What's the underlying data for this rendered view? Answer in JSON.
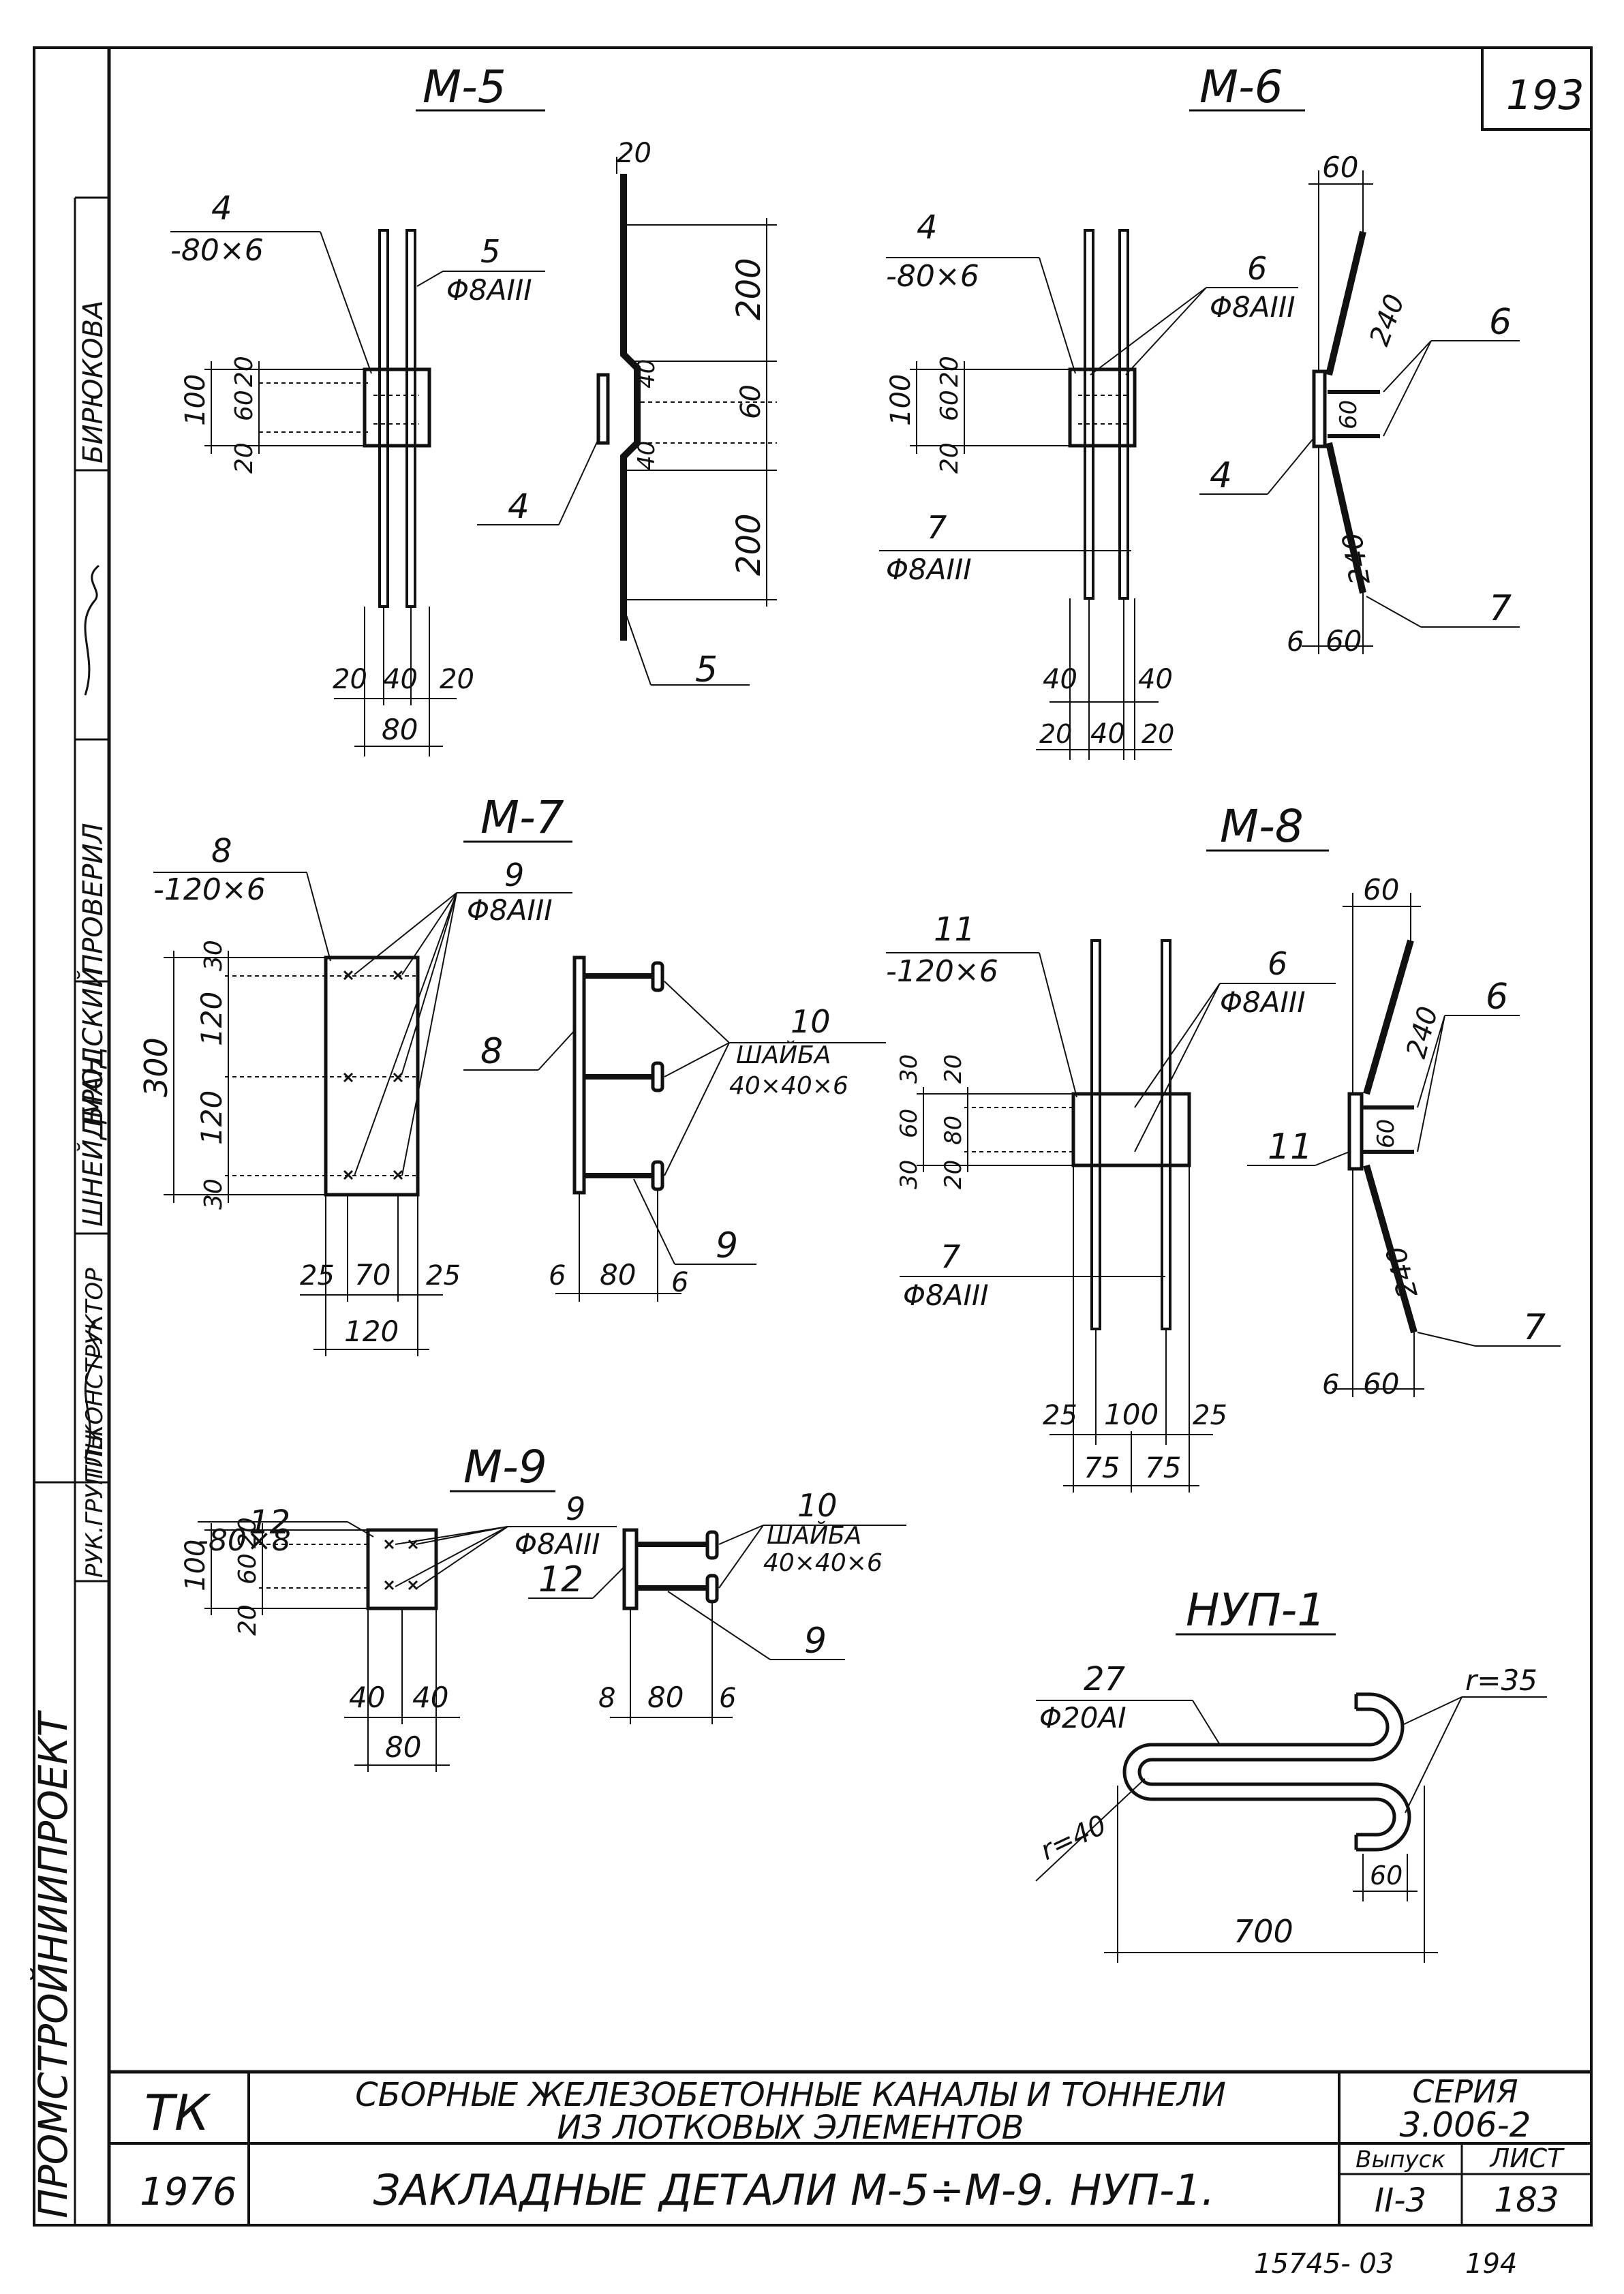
{
  "sheet_no": "193",
  "bottom_note": {
    "code": "15745- 03",
    "page": "194"
  },
  "side_stamp": {
    "org": "ПРОМСТРОЙНИИПРОЕКТ",
    "roles": [
      "РУК.ГРУППЫ",
      "ГЛ.КОНСТРУКТОР",
      "ПРОВЕРИЛ"
    ],
    "names": [
      "ШНЕЙДМАН",
      "БРОДСКИЙ",
      "БИРЮКОВА"
    ]
  },
  "title_block": {
    "code": "ТК",
    "year": "1976",
    "title_line1": "СБОРНЫЕ ЖЕЛЕЗОБЕТОННЫЕ КАНАЛЫ И ТОННЕЛИ",
    "title_line2": "ИЗ ЛОТКОВЫХ ЭЛЕМЕНТОВ",
    "subtitle": "ЗАКЛАДНЫЕ ДЕТАЛИ М-5÷М-9. НУП-1.",
    "series_label": "СЕРИЯ",
    "series_value": "3.006-2",
    "issue_label": "Выпуск",
    "issue_value": "II-3",
    "sheet_label": "ЛИСТ",
    "sheet_value": "183"
  },
  "details": {
    "m5": {
      "title": "М-5",
      "plate": {
        "mark": "4",
        "spec": "-80×6"
      },
      "bar": {
        "mark": "5",
        "spec": "Φ8АIII"
      },
      "side_mark_plate": "4",
      "side_mark_bar": "5",
      "dims": {
        "d100": "100",
        "d20a": "20",
        "d60": "60",
        "d20b": "20",
        "b20l": "20",
        "b40": "40",
        "b20r": "20",
        "b80": "80",
        "s20": "20",
        "s200a": "200",
        "s40a": "40",
        "s60": "60",
        "s40b": "40",
        "s200b": "200"
      }
    },
    "m6": {
      "title": "М-6",
      "plate": {
        "mark": "4",
        "spec": "-80×6"
      },
      "bar_up": {
        "mark": "6",
        "spec": "Φ8АIII"
      },
      "bar_down": {
        "mark": "7",
        "spec": "Φ8АIII"
      },
      "side_mark_plate": "4",
      "side_mark_up": "6",
      "side_mark_down": "7",
      "dims": {
        "d100": "100",
        "d20a": "20",
        "d60": "60",
        "d20b": "20",
        "t40l": "40",
        "t40r": "40",
        "b20l": "20",
        "b40": "40",
        "b20r": "20",
        "s60top": "60",
        "s240a": "240",
        "s60": "60",
        "s240b": "240",
        "s6": "6",
        "s60bot": "60"
      }
    },
    "m7": {
      "title": "М-7",
      "plate": {
        "mark": "8",
        "spec": "-120×6"
      },
      "bar": {
        "mark": "9",
        "spec": "Φ8АIII"
      },
      "washer": {
        "mark": "10",
        "name": "ШАЙБА",
        "spec": "40×40×6"
      },
      "side_mark_plate": "8",
      "side_mark_bar": "9",
      "dims": {
        "d300": "300",
        "d30a": "30",
        "d120a": "120",
        "d120b": "120",
        "d30b": "30",
        "b25l": "25",
        "b70": "70",
        "b25r": "25",
        "b120": "120",
        "s6a": "6",
        "s80": "80",
        "s6b": "6"
      }
    },
    "m8": {
      "title": "М-8",
      "plate": {
        "mark": "11",
        "spec": "-120×6"
      },
      "bar_up": {
        "mark": "6",
        "spec": "Φ8АIII"
      },
      "bar_down": {
        "mark": "7",
        "spec": "Φ8АIII"
      },
      "side_mark_plate": "11",
      "side_mark_up": "6",
      "side_mark_down": "7",
      "dims": {
        "d30a": "30",
        "d20a": "20",
        "d60": "60",
        "d80": "80",
        "d30b": "30",
        "d20b": "20",
        "b25l": "25",
        "b100": "100",
        "b25r": "25",
        "b75l": "75",
        "b75r": "75",
        "s60top": "60",
        "s240a": "240",
        "s60": "60",
        "s240b": "240",
        "s6": "6",
        "s60bot": "60"
      }
    },
    "m9": {
      "title": "М-9",
      "plate": {
        "mark": "12",
        "spec": "-80×8"
      },
      "bar": {
        "mark": "9",
        "spec": "Φ8АIII"
      },
      "washer": {
        "mark": "10",
        "name": "ШАЙБА",
        "spec": "40×40×6"
      },
      "side_mark_plate": "12",
      "side_mark_bar": "9",
      "dims": {
        "d100": "100",
        "d20a": "20",
        "d60": "60",
        "d20b": "20",
        "b40l": "40",
        "b40r": "40",
        "b80": "80",
        "s8": "8",
        "s80": "80",
        "s6": "6"
      }
    },
    "nup1": {
      "title": "НУП-1",
      "bar": {
        "mark": "27",
        "spec": "Φ20АI"
      },
      "r_right": "r=35",
      "r_left": "r=40",
      "d700": "700",
      "d60": "60"
    }
  }
}
